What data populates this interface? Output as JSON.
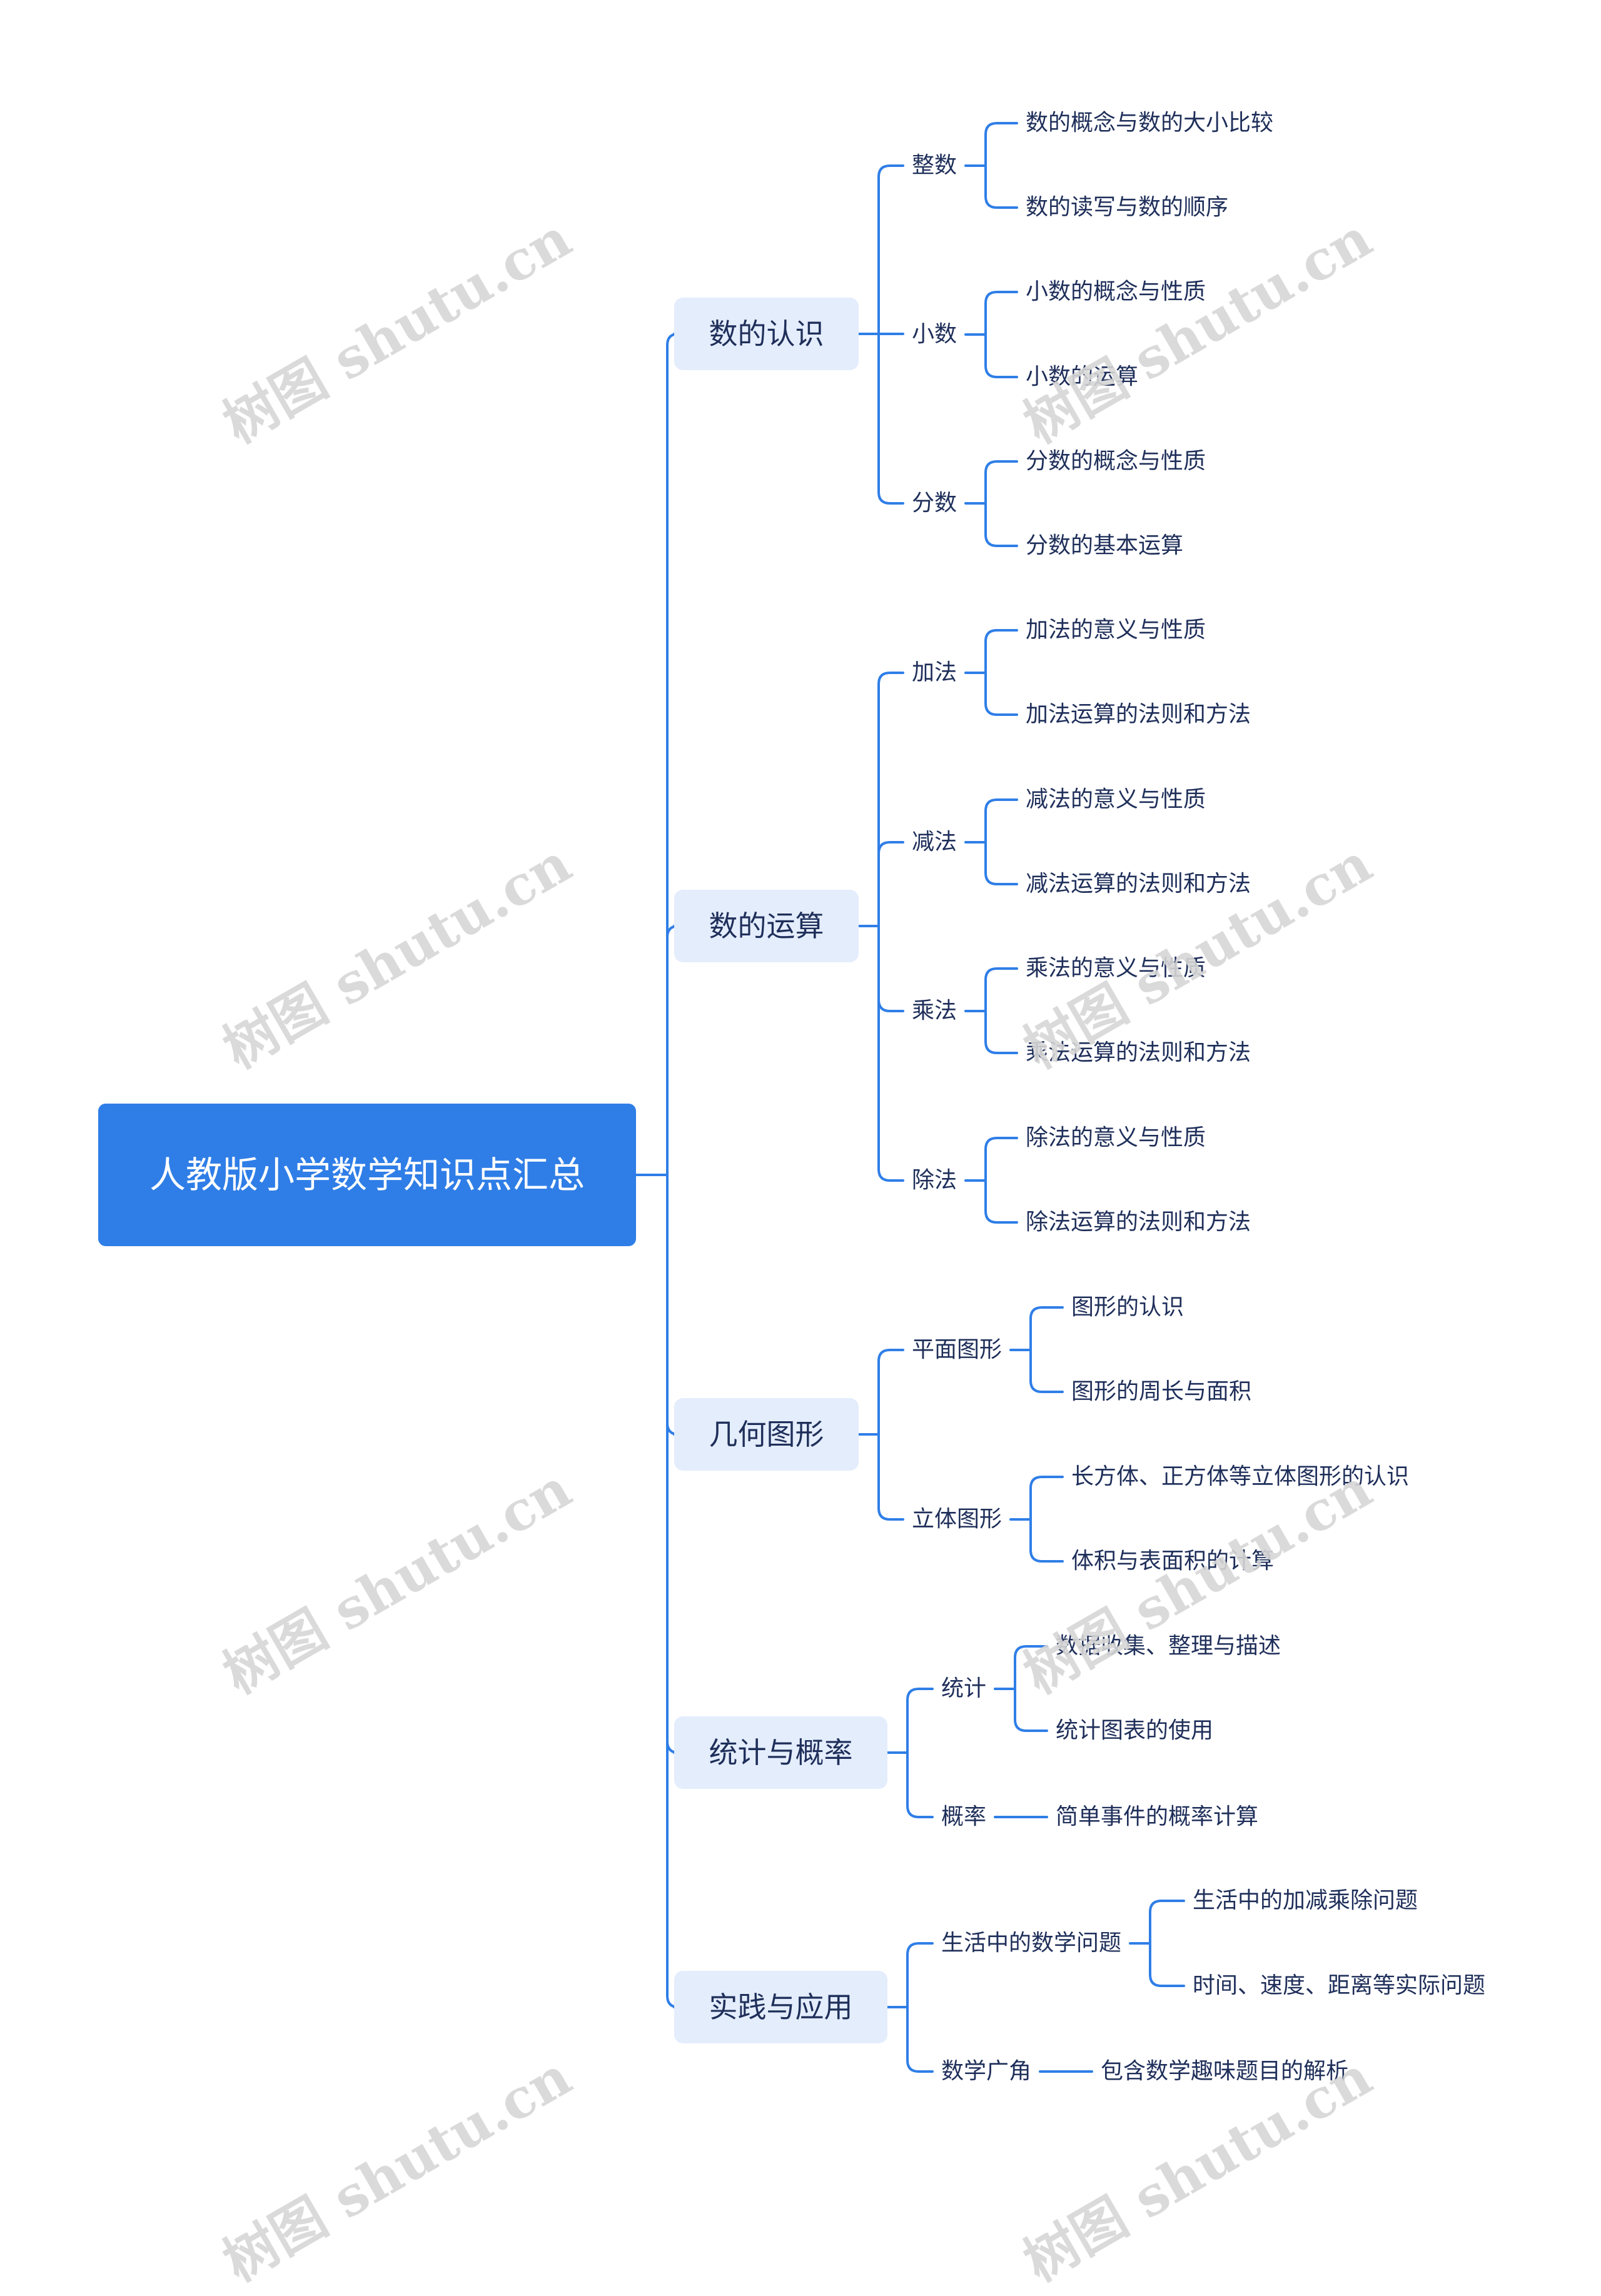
{
  "root": {
    "title": "人教版小学数学知识点汇总"
  },
  "branches": [
    {
      "label": "数的认识",
      "children": [
        {
          "label": "整数",
          "children": [
            "数的概念与数的大小比较",
            "数的读写与数的顺序"
          ]
        },
        {
          "label": "小数",
          "children": [
            "小数的概念与性质",
            "小数的运算"
          ]
        },
        {
          "label": "分数",
          "children": [
            "分数的概念与性质",
            "分数的基本运算"
          ]
        }
      ]
    },
    {
      "label": "数的运算",
      "children": [
        {
          "label": "加法",
          "children": [
            "加法的意义与性质",
            "加法运算的法则和方法"
          ]
        },
        {
          "label": "减法",
          "children": [
            "减法的意义与性质",
            "减法运算的法则和方法"
          ]
        },
        {
          "label": "乘法",
          "children": [
            "乘法的意义与性质",
            "乘法运算的法则和方法"
          ]
        },
        {
          "label": "除法",
          "children": [
            "除法的意义与性质",
            "除法运算的法则和方法"
          ]
        }
      ]
    },
    {
      "label": "几何图形",
      "children": [
        {
          "label": "平面图形",
          "children": [
            "图形的认识",
            "图形的周长与面积"
          ]
        },
        {
          "label": "立体图形",
          "children": [
            "长方体、正方体等立体图形的认识",
            "体积与表面积的计算"
          ]
        }
      ]
    },
    {
      "label": "统计与概率",
      "children": [
        {
          "label": "统计",
          "children": [
            "数据收集、整理与描述",
            "统计图表的使用"
          ]
        },
        {
          "label": "概率",
          "children": [
            "简单事件的概率计算"
          ]
        }
      ]
    },
    {
      "label": "实践与应用",
      "children": [
        {
          "label": "生活中的数学问题",
          "children": [
            "生活中的加减乘除问题",
            "时间、速度、距离等实际问题"
          ]
        },
        {
          "label": "数学广角",
          "children": [
            "包含数学趣味题目的解析"
          ]
        }
      ]
    }
  ],
  "watermark": "树图 shutu.cn",
  "colors": {
    "accent": "#2f7ee7",
    "branch_bg": "#e4edfc",
    "text": "#1f2f5a",
    "watermark": "#d6d6d6"
  }
}
